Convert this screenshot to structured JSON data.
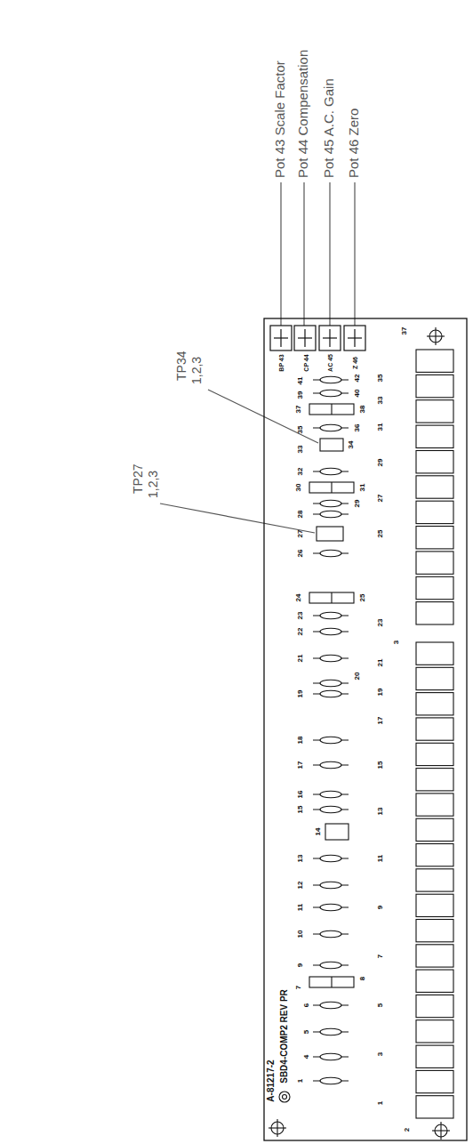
{
  "diagram": {
    "labels": [
      "Pot 43 Scale Factor",
      "Pot 44 Compensation",
      "Pot 45 A.C. Gain",
      "Pot 46 Zero",
      "TP34",
      "1,2,3",
      "TP27",
      "1,2,3",
      "BP 43",
      "CP 44",
      "AC 45",
      "Z 46",
      "37",
      "42",
      "41",
      "40",
      "39",
      "37",
      "38",
      "36",
      "35",
      "34",
      "33",
      "32",
      "30",
      "31",
      "29",
      "28",
      "27",
      "26",
      "24",
      "25",
      "23",
      "22",
      "21",
      "20",
      "19",
      "18",
      "17",
      "16",
      "15",
      "14",
      "13",
      "12",
      "11",
      "10",
      "9",
      "7",
      "8",
      "6",
      "5",
      "4",
      "1",
      "35",
      "33",
      "31",
      "29",
      "27",
      "25",
      "23",
      "3",
      "21",
      "19",
      "17",
      "15",
      "13",
      "11",
      "9",
      "7",
      "5",
      "3",
      "1",
      "2",
      "A-81217-2",
      "SBD4-COMP2 REV PR"
    ]
  }
}
